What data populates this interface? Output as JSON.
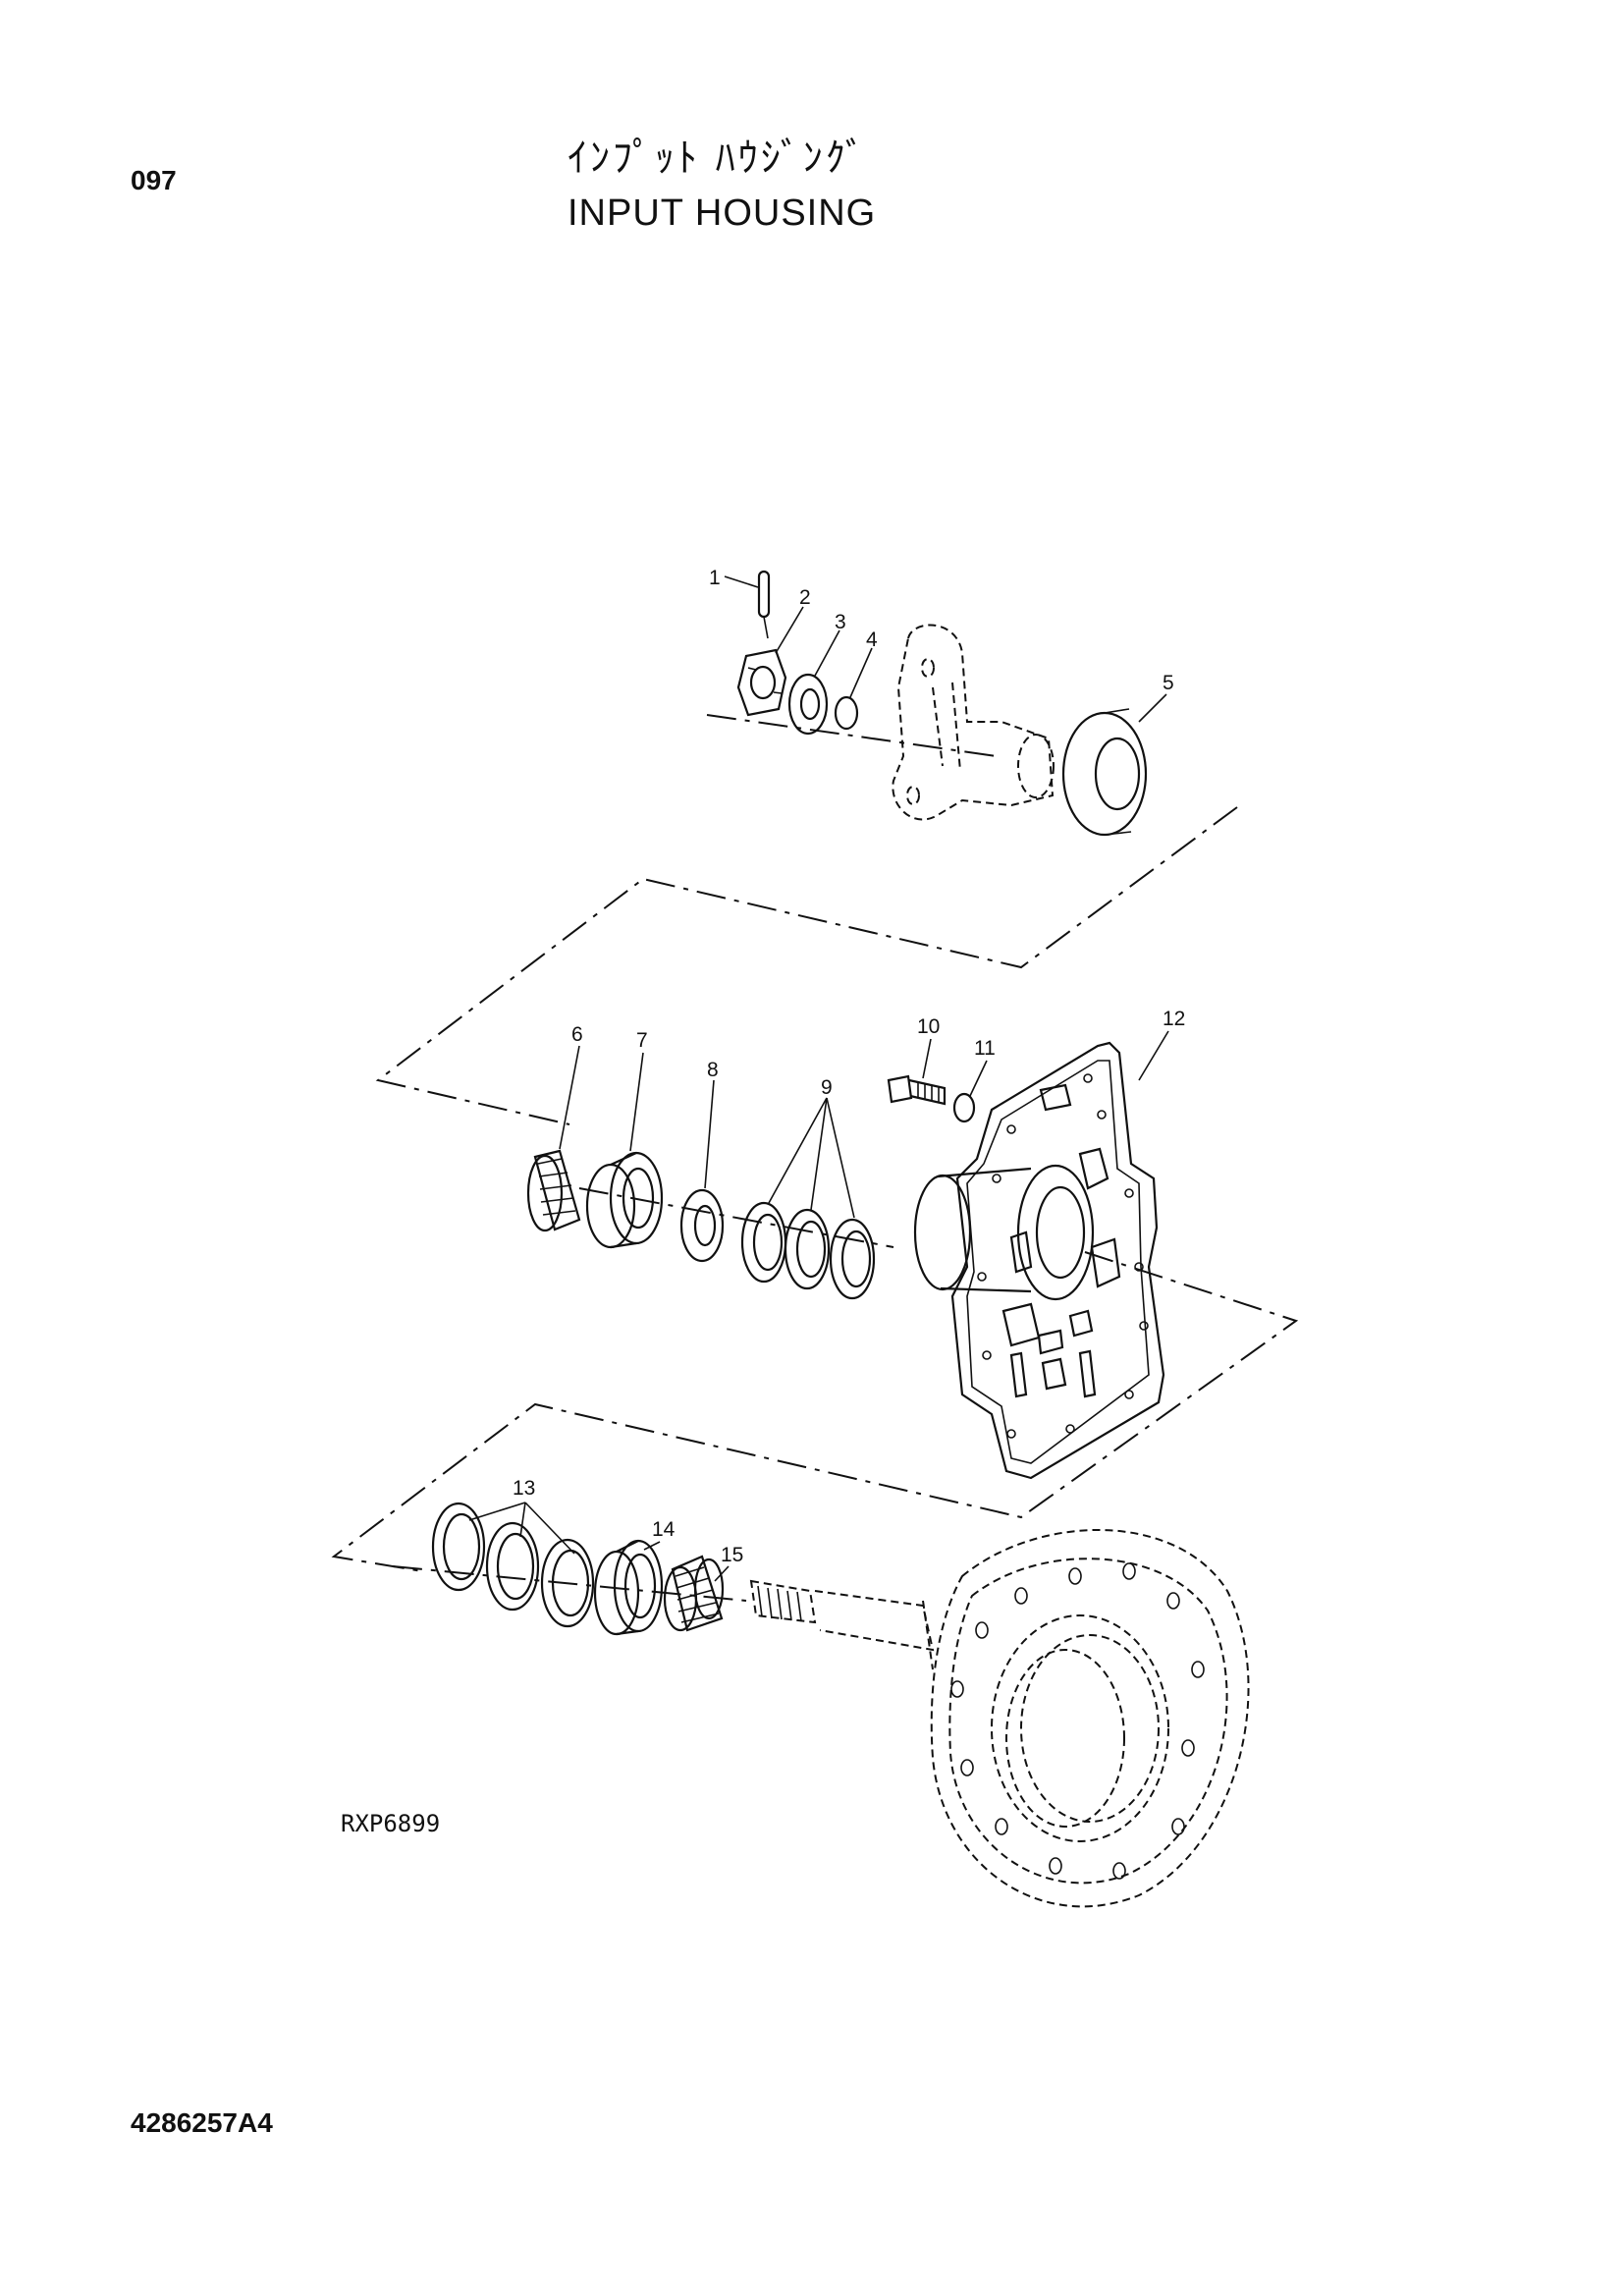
{
  "header": {
    "page_number": "097",
    "title_jp": "ｲﾝﾌﾟｯﾄ ﾊｳｼﾞﾝｸﾞ",
    "title_en": "INPUT HOUSING"
  },
  "diagram": {
    "callouts": [
      "1",
      "2",
      "3",
      "4",
      "5",
      "6",
      "7",
      "8",
      "9",
      "10",
      "11",
      "12",
      "13",
      "14",
      "15"
    ],
    "reference_code": "RXP6899"
  },
  "footer": {
    "doc_number": "4286257A4"
  }
}
